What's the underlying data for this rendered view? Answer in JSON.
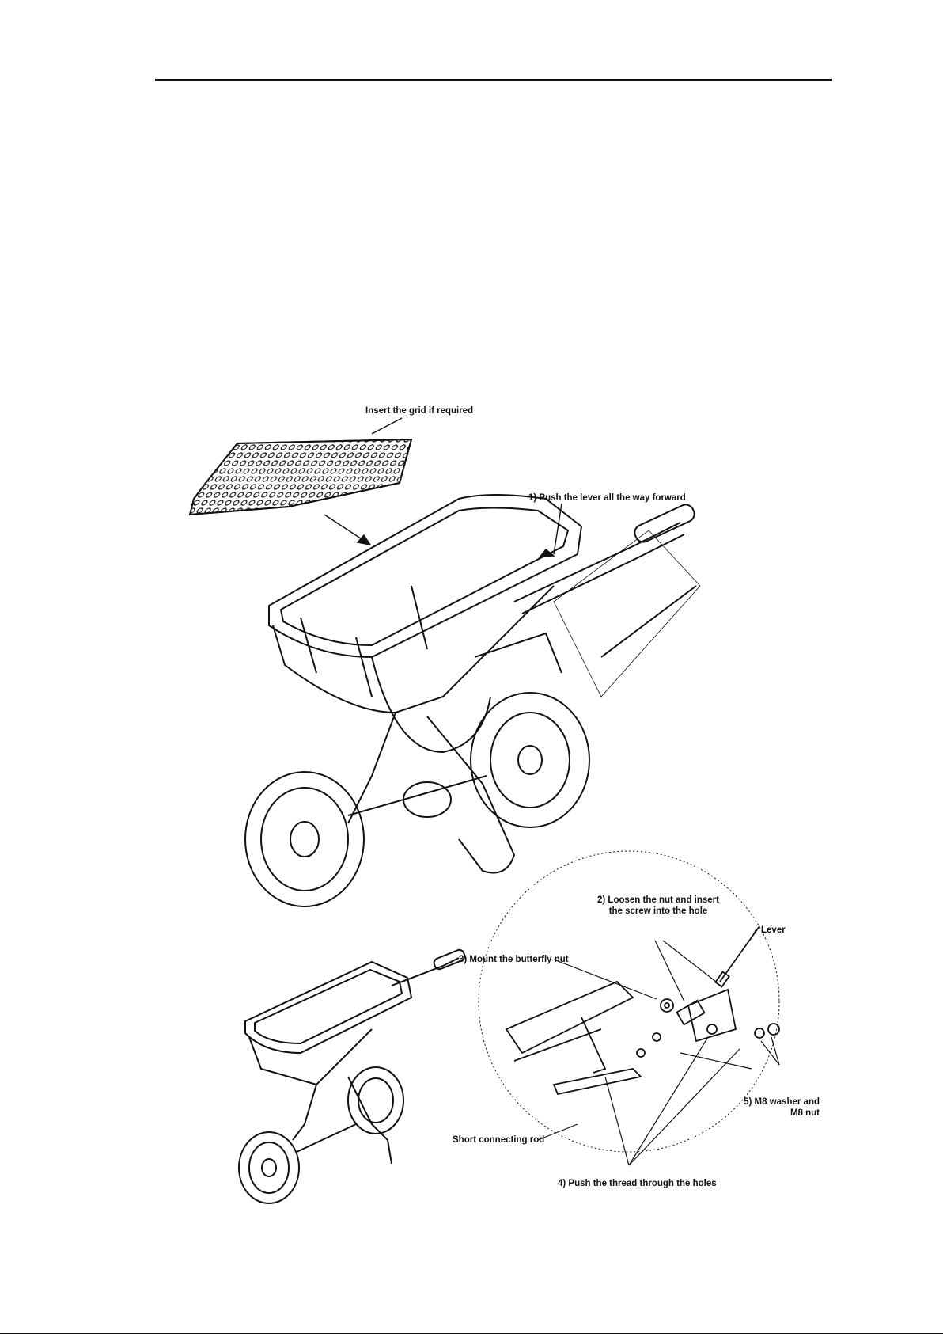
{
  "labels": {
    "insert_grid": "Insert the grid if required",
    "push_lever": "1) Push the lever all the way forward",
    "loosen_nut_line1": "2) Loosen the nut and insert",
    "loosen_nut_line2": "the screw into the hole",
    "lever": "Lever",
    "butterfly_nut": "3) Mount the butterfly nut",
    "washer_nut_line1": "5) M8 washer and",
    "washer_nut_line2": "M8 nut",
    "short_rod": "Short connecting rod",
    "push_thread": "4) Push the thread through the holes"
  },
  "colors": {
    "ink": "#111111",
    "paper": "#ffffff"
  }
}
